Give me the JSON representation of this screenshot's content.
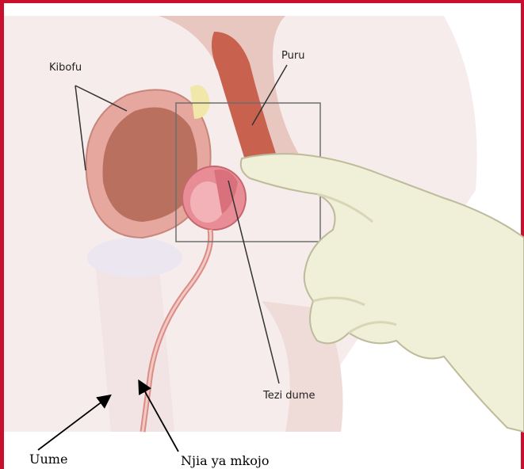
{
  "figure": {
    "labels": {
      "bladder": "Kibofu",
      "rectum": "Puru",
      "prostate": "Tezi dume",
      "penis": "Uume",
      "urethra": "Njia ya mkojo"
    },
    "colors": {
      "frame_border": "#c8102e",
      "skin": "#f3e6e4",
      "organ_wall": "#e6a79f",
      "organ_inner": "#c97a6b",
      "prostate": "#e88d96",
      "glove": "#f0efd7",
      "glove_shadow": "#d8d6b6"
    }
  }
}
